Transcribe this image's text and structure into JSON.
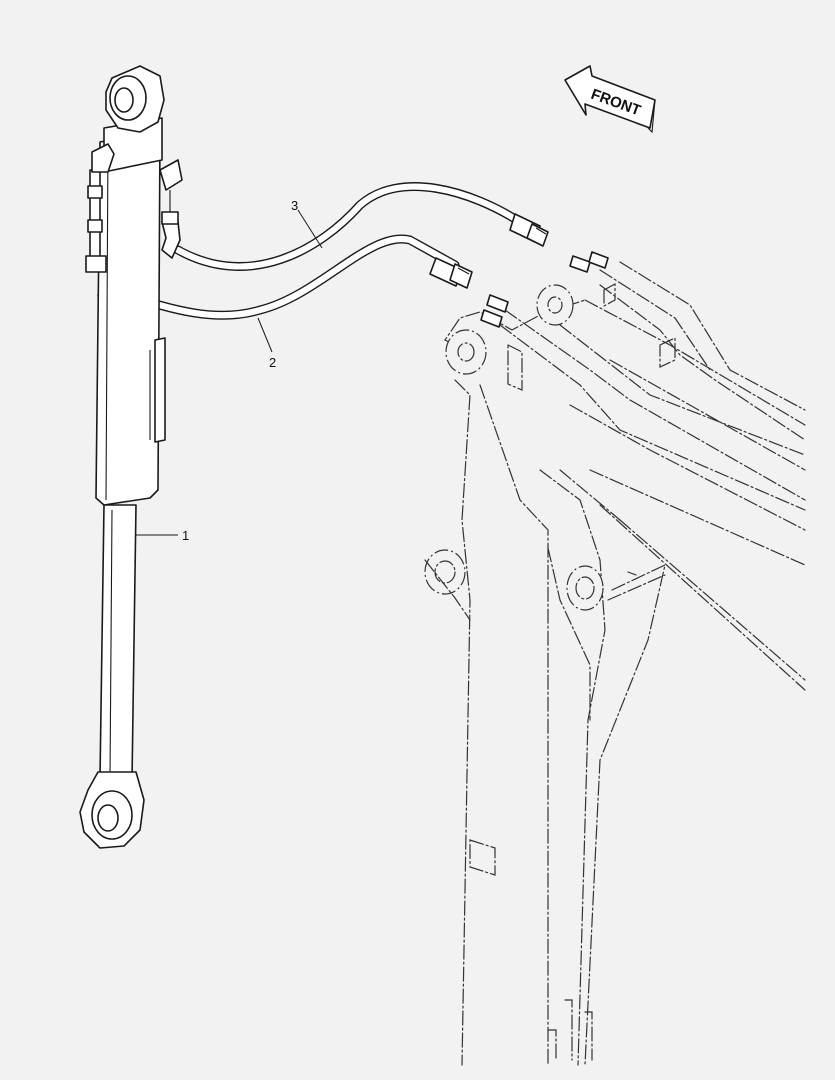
{
  "front_label": "FRONT",
  "callouts": [
    {
      "id": "1",
      "label": "1",
      "part": "hydraulic-cylinder"
    },
    {
      "id": "2",
      "label": "2",
      "part": "hose-lower"
    },
    {
      "id": "3",
      "label": "3",
      "part": "hose-upper"
    }
  ],
  "colors": {
    "line": "#1a1a1a",
    "background": "#f2f2f2",
    "part_fill": "#ffffff"
  }
}
